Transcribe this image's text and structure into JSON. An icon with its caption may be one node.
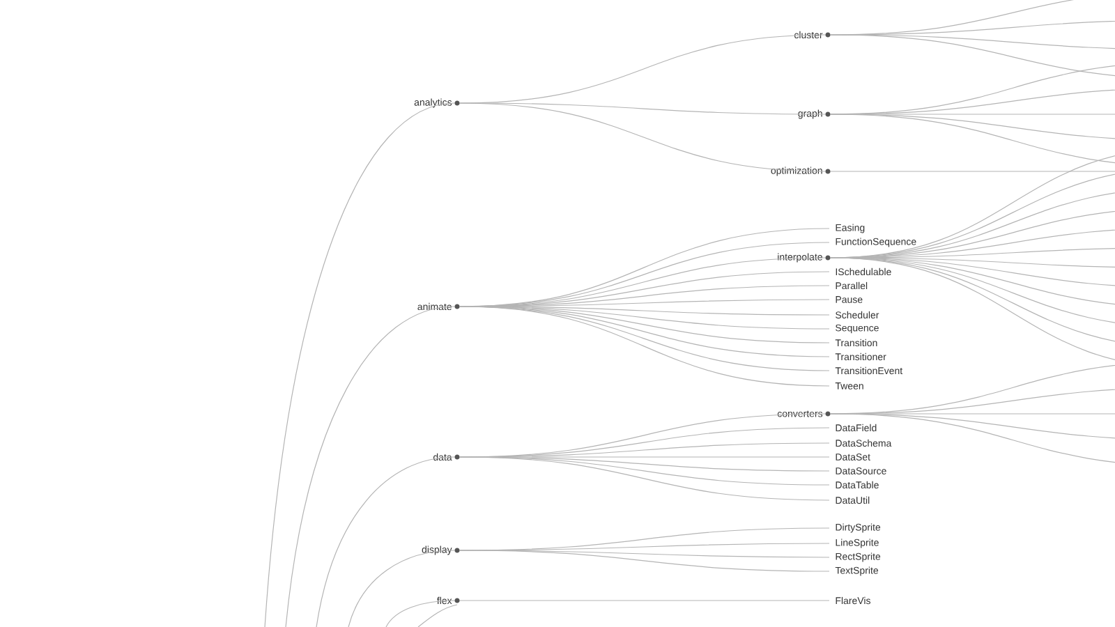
{
  "diagram": {
    "nodes": [
      {
        "text": [
          "analytics"
        ]
      },
      {
        "text": [
          "cluster"
        ]
      },
      {
        "text": [
          "graph"
        ]
      },
      {
        "text": [
          "optimization"
        ]
      },
      {
        "text": [
          "animate"
        ]
      },
      {
        "text": [
          "Easing"
        ]
      },
      {
        "text": [
          "FunctionSequence"
        ]
      },
      {
        "text": [
          "interpolate"
        ]
      },
      {
        "text": [
          "ISchedulable"
        ]
      },
      {
        "text": [
          "Parallel"
        ]
      },
      {
        "text": [
          "Pause"
        ]
      },
      {
        "text": [
          "Scheduler"
        ]
      },
      {
        "text": [
          "Sequence"
        ]
      },
      {
        "text": [
          "Transition"
        ]
      },
      {
        "text": [
          "Transitioner"
        ]
      },
      {
        "text": [
          "TransitionEvent"
        ]
      },
      {
        "text": [
          "Tween"
        ]
      },
      {
        "text": [
          "data"
        ]
      },
      {
        "text": [
          "converters"
        ]
      },
      {
        "text": [
          "DataField"
        ]
      },
      {
        "text": [
          "DataSchema"
        ]
      },
      {
        "text": [
          "DataSet"
        ]
      },
      {
        "text": [
          "DataSource"
        ]
      },
      {
        "text": [
          "DataTable"
        ]
      },
      {
        "text": [
          "DataUtil"
        ]
      },
      {
        "text": [
          "display"
        ]
      },
      {
        "text": [
          "DirtySprite"
        ]
      },
      {
        "text": [
          "LineSprite"
        ]
      },
      {
        "text": [
          "RectSprite"
        ]
      },
      {
        "text": [
          "TextSprite"
        ]
      },
      {
        "text": [
          "flex"
        ]
      },
      {
        "text": [
          "FlareVis"
        ]
      }
    ],
    "edges": [
      {
        "from": null,
        "to": 0,
        "arrow": "none"
      },
      {
        "from": null,
        "to": 4,
        "arrow": "none"
      },
      {
        "from": null,
        "to": 17,
        "arrow": "none"
      },
      {
        "from": null,
        "to": 25,
        "arrow": "none"
      },
      {
        "from": null,
        "to": 30,
        "arrow": "none"
      },
      {
        "from": 0,
        "to": 1,
        "arrow": "none"
      },
      {
        "from": 0,
        "to": 2,
        "arrow": "none"
      },
      {
        "from": 0,
        "to": 3,
        "arrow": "none"
      },
      {
        "from": 1,
        "to": null,
        "arrow": "none"
      },
      {
        "from": 1,
        "to": null,
        "arrow": "none"
      },
      {
        "from": 1,
        "to": null,
        "arrow": "none"
      },
      {
        "from": 1,
        "to": null,
        "arrow": "none"
      },
      {
        "from": 2,
        "to": null,
        "arrow": "none"
      },
      {
        "from": 2,
        "to": null,
        "arrow": "none"
      },
      {
        "from": 2,
        "to": null,
        "arrow": "none"
      },
      {
        "from": 2,
        "to": null,
        "arrow": "none"
      },
      {
        "from": 2,
        "to": null,
        "arrow": "none"
      },
      {
        "from": 3,
        "to": null,
        "arrow": "none"
      },
      {
        "from": 4,
        "to": 5,
        "arrow": "none"
      },
      {
        "from": 4,
        "to": 6,
        "arrow": "none"
      },
      {
        "from": 4,
        "to": 7,
        "arrow": "none"
      },
      {
        "from": 4,
        "to": 8,
        "arrow": "none"
      },
      {
        "from": 4,
        "to": 9,
        "arrow": "none"
      },
      {
        "from": 4,
        "to": 10,
        "arrow": "none"
      },
      {
        "from": 4,
        "to": 11,
        "arrow": "none"
      },
      {
        "from": 4,
        "to": 12,
        "arrow": "none"
      },
      {
        "from": 4,
        "to": 13,
        "arrow": "none"
      },
      {
        "from": 4,
        "to": 14,
        "arrow": "none"
      },
      {
        "from": 4,
        "to": 15,
        "arrow": "none"
      },
      {
        "from": 4,
        "to": 16,
        "arrow": "none"
      },
      {
        "from": 7,
        "to": null,
        "arrow": "none"
      },
      {
        "from": 7,
        "to": null,
        "arrow": "none"
      },
      {
        "from": 7,
        "to": null,
        "arrow": "none"
      },
      {
        "from": 7,
        "to": null,
        "arrow": "none"
      },
      {
        "from": 7,
        "to": null,
        "arrow": "none"
      },
      {
        "from": 7,
        "to": null,
        "arrow": "none"
      },
      {
        "from": 7,
        "to": null,
        "arrow": "none"
      },
      {
        "from": 7,
        "to": null,
        "arrow": "none"
      },
      {
        "from": 7,
        "to": null,
        "arrow": "none"
      },
      {
        "from": 7,
        "to": null,
        "arrow": "none"
      },
      {
        "from": 7,
        "to": null,
        "arrow": "none"
      },
      {
        "from": 7,
        "to": null,
        "arrow": "none"
      },
      {
        "from": 17,
        "to": 18,
        "arrow": "none"
      },
      {
        "from": 17,
        "to": 19,
        "arrow": "none"
      },
      {
        "from": 17,
        "to": 20,
        "arrow": "none"
      },
      {
        "from": 17,
        "to": 21,
        "arrow": "none"
      },
      {
        "from": 17,
        "to": 22,
        "arrow": "none"
      },
      {
        "from": 17,
        "to": 23,
        "arrow": "none"
      },
      {
        "from": 17,
        "to": 24,
        "arrow": "none"
      },
      {
        "from": 18,
        "to": null,
        "arrow": "none"
      },
      {
        "from": 18,
        "to": null,
        "arrow": "none"
      },
      {
        "from": 18,
        "to": null,
        "arrow": "none"
      },
      {
        "from": 18,
        "to": null,
        "arrow": "none"
      },
      {
        "from": 18,
        "to": null,
        "arrow": "none"
      },
      {
        "from": 25,
        "to": 26,
        "arrow": "none"
      },
      {
        "from": 25,
        "to": 27,
        "arrow": "none"
      },
      {
        "from": 25,
        "to": 28,
        "arrow": "none"
      },
      {
        "from": 25,
        "to": 29,
        "arrow": "none"
      },
      {
        "from": 30,
        "to": 31,
        "arrow": "none"
      }
    ]
  }
}
